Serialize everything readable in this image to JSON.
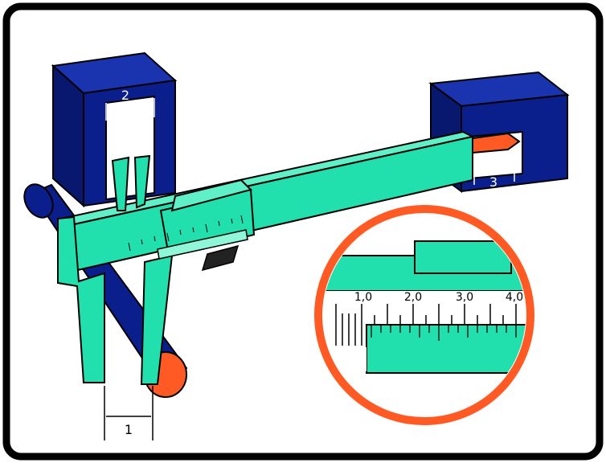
{
  "figure": {
    "colors": {
      "frame": "#000000",
      "background": "#ffffff",
      "block": "#0b1f8c",
      "caliper": "#22e0ae",
      "workpiece": "#ff5a23",
      "outline": "#000000",
      "scale_ticks": "#000000"
    },
    "dimension_labels": {
      "outside": "1",
      "inside": "2",
      "depth": "3"
    },
    "magnifier": {
      "scale_labels": [
        "1,0",
        "2,0",
        "3,0",
        "4,0"
      ]
    }
  }
}
